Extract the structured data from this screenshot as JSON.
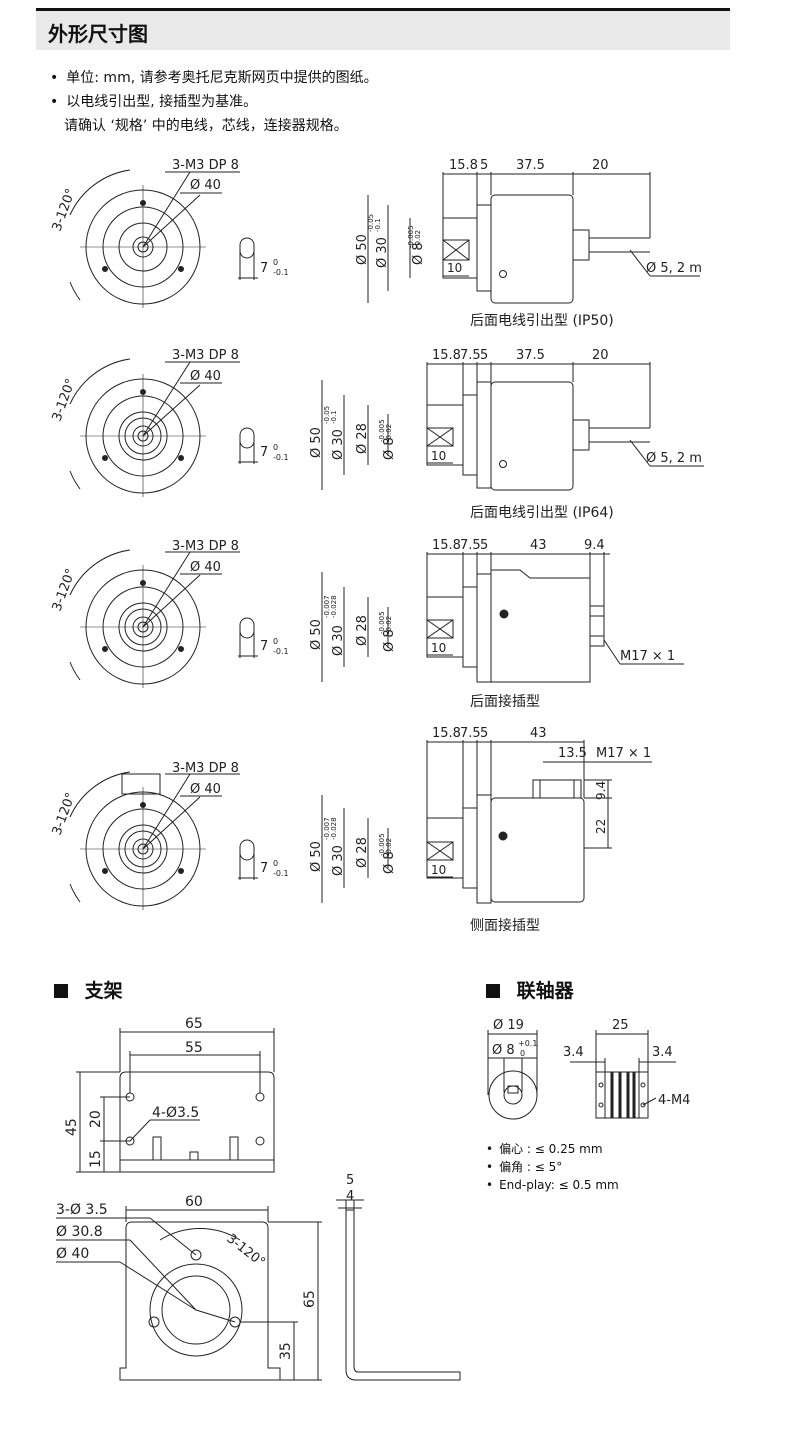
{
  "header": {
    "title": "外形尺寸图"
  },
  "notes": [
    "单位: mm, 请参考奥托尼克斯网页中提供的图纸。",
    "以电线引出型, 接插型为基准。",
    "请确认 ‘规格’ 中的电线，芯线，连接器规格。"
  ],
  "common": {
    "holes": "3-M3 DP 8",
    "pcd": "Ø 40",
    "angle": "3-120°",
    "shaft_len": "7",
    "shaft_tol_top": "0",
    "shaft_tol_bottom": "-0.1",
    "key": "10",
    "d50": "Ø 50",
    "d28": "Ø 28"
  },
  "variants": [
    {
      "caption": "后面电线引出型 (IP50)",
      "dims": [
        "15.8",
        "5",
        "37.5",
        "20"
      ],
      "d30": "Ø 30",
      "d30_tol": [
        "-0.05",
        "-0.1"
      ],
      "d8": "Ø 8",
      "d8_tol": [
        "-0.005",
        "-0.02"
      ],
      "cable": "Ø 5, 2 m"
    },
    {
      "caption": "后面电线引出型 (IP64)",
      "dims": [
        "15.8",
        "7.5",
        "5",
        "37.5",
        "20"
      ],
      "d30": "Ø 30",
      "d30_tol": [
        "-0.05",
        "-0.1"
      ],
      "d8": "Ø 8",
      "d8_tol": [
        "-0.005",
        "-0.02"
      ],
      "cable": "Ø 5, 2 m"
    },
    {
      "caption": "后面接插型",
      "dims": [
        "15.8",
        "7.5",
        "5",
        "43",
        "9.4"
      ],
      "d30": "Ø 30",
      "d30_tol": [
        "-0.007",
        "-0.028"
      ],
      "d8": "Ø 8",
      "d8_tol": [
        "-0.005",
        "-0.02"
      ],
      "connector": "M17 × 1"
    },
    {
      "caption": "侧面接插型",
      "dims": [
        "15.8",
        "7.5",
        "5",
        "43",
        "13.5"
      ],
      "d30": "Ø 30",
      "d30_tol": [
        "-0.007",
        "-0.028"
      ],
      "d8": "Ø 8",
      "d8_tol": [
        "-0.005",
        "-0.02"
      ],
      "connector": "M17 × 1",
      "side_dims": [
        "9.4",
        "22"
      ]
    }
  ],
  "bracket": {
    "title": "支架",
    "top_width": "65",
    "top_inner": "55",
    "top_height": "45",
    "top_h20": "20",
    "top_h15": "15",
    "holes": "4-Ø3.5",
    "front_width": "60",
    "front_holes": "3-Ø 3.5",
    "front_d308": "Ø 30.8",
    "front_d40": "Ø 40",
    "front_angle": "3-120°",
    "front_h65": "65",
    "front_h35": "35",
    "side_t5": "5",
    "side_t4": "4"
  },
  "coupling": {
    "title": "联轴器",
    "d19": "Ø 19",
    "d8": "Ø 8",
    "d8_tol_top": "+0.1",
    "d8_tol_bottom": "0",
    "len": "25",
    "end_left": "3.4",
    "end_right": "3.4",
    "screws": "4-M4",
    "specs": [
      "偏心 : ≤ 0.25 mm",
      "偏角 : ≤ 5°",
      "End-play: ≤ 0.5 mm"
    ]
  }
}
